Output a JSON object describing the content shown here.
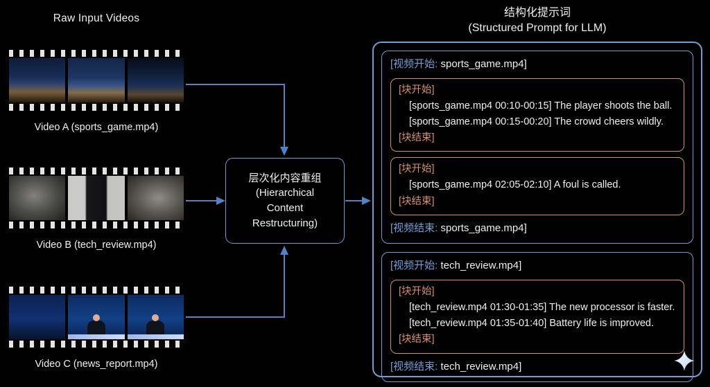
{
  "colors": {
    "background": "#000000",
    "blue": "#6f9fd6",
    "orange": "#d9916a",
    "arrow": "#4f82c8",
    "text": "#f0f0f0"
  },
  "left": {
    "title": "Raw Input Videos",
    "videos": [
      {
        "label": "Video A (sports_game.mp4)"
      },
      {
        "label": "Video B (tech_review.mp4)"
      },
      {
        "label": "Video C (news_report.mp4)"
      }
    ]
  },
  "middle": {
    "lines": [
      "层次化内容重组",
      "(Hierarchical",
      "Content",
      "Restructuring)"
    ]
  },
  "right": {
    "title_zh": "结构化提示词",
    "title_en": "(Structured Prompt for LLM)",
    "videos": [
      {
        "start_label": "[视频开始:",
        "start_value": " sports_game.mp4]",
        "end_label": "[视频结束:",
        "end_value": " sports_game.mp4]",
        "blocks": [
          {
            "open": "[块开始]",
            "lines": [
              "[sports_game.mp4 00:10-00:15] The player shoots the ball.",
              "[sports_game.mp4 00:15-00:20] The crowd cheers wildly."
            ],
            "close": "[块结束]"
          },
          {
            "open": "[块开始]",
            "lines": [
              "[sports_game.mp4 02:05-02:10] A foul is called."
            ],
            "close": "[块结束]"
          }
        ]
      },
      {
        "start_label": "[视频开始:",
        "start_value": " tech_review.mp4]",
        "end_label": "[视频结束:",
        "end_value": " tech_review.mp4]",
        "blocks": [
          {
            "open": "[块开始]",
            "lines": [
              "[tech_review.mp4 01:30-01:35] The new processor is faster.",
              "[tech_review.mp4 01:35-01:40] Battery life is improved."
            ],
            "close": "[块结束]"
          }
        ]
      }
    ]
  }
}
